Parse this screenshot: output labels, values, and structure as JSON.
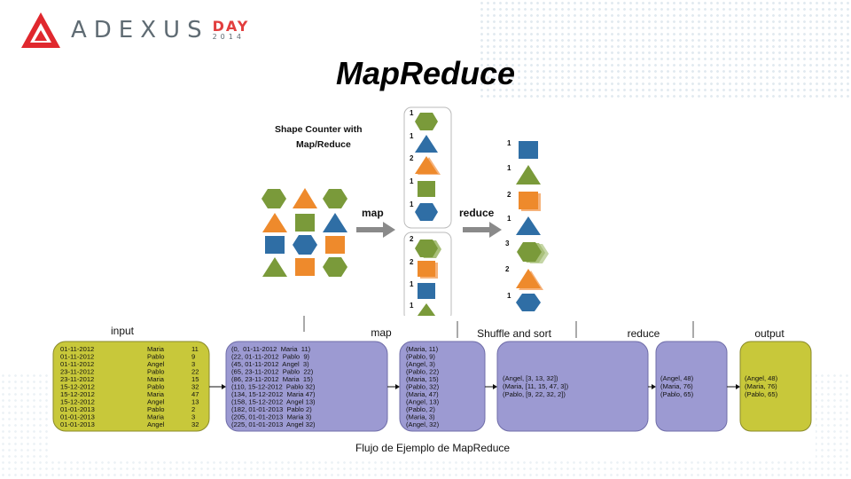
{
  "logo": {
    "name": "ADEXUS",
    "day": "DAY",
    "year": "2014"
  },
  "title": "MapReduce",
  "shape_diagram": {
    "heading_line1": "Shape Counter with",
    "heading_line2": "Map/Reduce",
    "map_label": "map",
    "reduce_label": "reduce",
    "map_group1_counts": [
      "1",
      "1",
      "2",
      "1",
      "1"
    ],
    "map_group2_counts": [
      "2",
      "2",
      "1",
      "1"
    ],
    "reduce_counts": [
      "1",
      "1",
      "2",
      "1",
      "3",
      "2",
      "1"
    ]
  },
  "flow": {
    "stage_labels": {
      "input": "input",
      "map": "map",
      "shuffle": "Shuffle and sort",
      "reduce": "reduce",
      "output": "output"
    },
    "input_rows": [
      [
        "01-11-2012",
        "Maria",
        "11"
      ],
      [
        "01-11-2012",
        "Pablo",
        "9"
      ],
      [
        "01-11-2012",
        "Angel",
        "3"
      ],
      [
        "23-11-2012",
        "Pablo",
        "22"
      ],
      [
        "23-11-2012",
        "Maria",
        "15"
      ],
      [
        "15-12-2012",
        "Pablo",
        "32"
      ],
      [
        "15-12-2012",
        "Maria",
        "47"
      ],
      [
        "15-12-2012",
        "Angel",
        "13"
      ],
      [
        "01-01-2013",
        "Pablo",
        "2"
      ],
      [
        "01-01-2013",
        "Maria",
        "3"
      ],
      [
        "01-01-2013",
        "Angel",
        "32"
      ]
    ],
    "map_rows": [
      "(0,  01-11-2012  Maria  11)",
      "(22, 01-11-2012  Pablo  9)",
      "(45, 01-11-2012  Angel  3)",
      "(65, 23-11-2012  Pablo  22)",
      "(86, 23-11-2012  Maria  15)",
      "(110, 15-12-2012  Pablo 32)",
      "(134, 15-12-2012  Maria 47)",
      "(158, 15-12-2012  Angel 13)",
      "(182, 01-01-2013  Pablo 2)",
      "(205, 01-01-2013  Maria 3)",
      "(225, 01-01-2013  Angel 32)"
    ],
    "pair_rows": [
      "(Maria, 11)",
      "(Pablo, 9)",
      "(Angel, 3)",
      "(Pablo, 22)",
      "(Maria, 15)",
      "(Pablo, 32)",
      "(Maria, 47)",
      "(Angel, 13)",
      "(Pablo, 2)",
      "(Maria, 3)",
      "(Angel, 32)"
    ],
    "shuffle_rows": [
      "(Angel, [3, 13, 32])",
      "(Maria, [11, 15, 47, 3])",
      "(Pablo, [9, 22, 32, 2])"
    ],
    "reduce_rows": [
      "(Angel, 48)",
      "(Maria, 76)",
      "(Pablo, 65)"
    ],
    "output_rows": [
      "(Angel, 48)",
      "(Maria, 76)",
      "(Pablo, 65)"
    ],
    "caption": "Flujo de Ejemplo de MapReduce"
  },
  "colors": {
    "green": "#7a9a3a",
    "orange": "#ee8a2c",
    "blue": "#2f6ea5",
    "yellow_box": "#c8c83a",
    "purple_box": "#9c9ad2",
    "arrow": "#8a8a8a"
  }
}
